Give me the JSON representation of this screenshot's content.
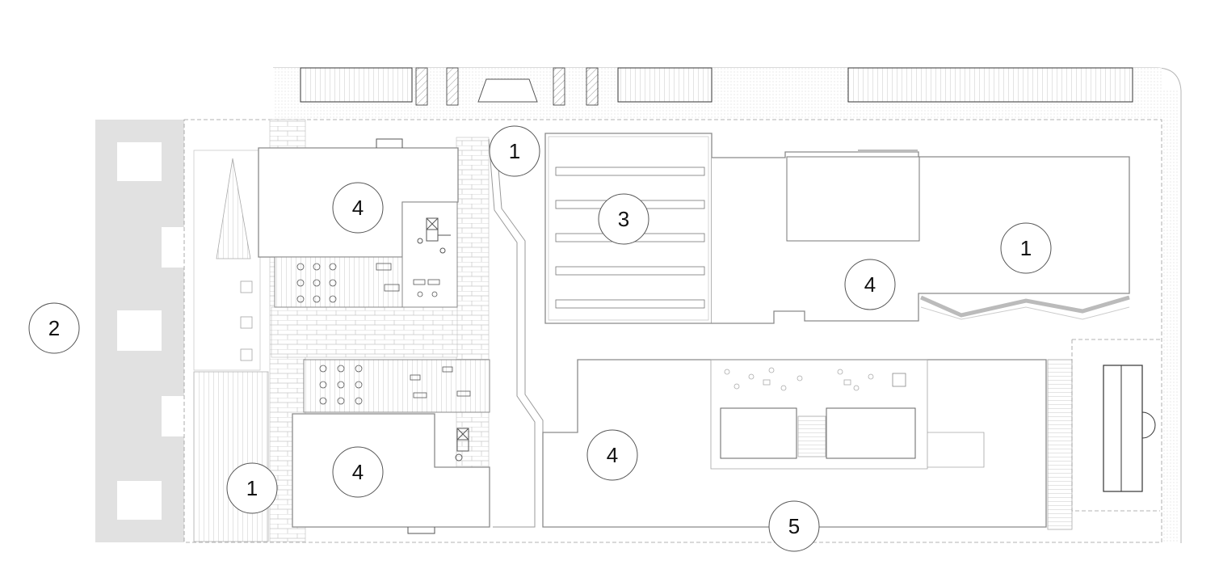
{
  "diagram": {
    "labels": [
      {
        "id": "label-1-upper-path",
        "text": "1"
      },
      {
        "id": "label-1-right-building",
        "text": "1"
      },
      {
        "id": "label-1-lower-left",
        "text": "1"
      },
      {
        "id": "label-2-street",
        "text": "2"
      },
      {
        "id": "label-3-parking",
        "text": "3"
      },
      {
        "id": "label-4-upper-left-building",
        "text": "4"
      },
      {
        "id": "label-4-right-building",
        "text": "4"
      },
      {
        "id": "label-4-lower-left-building",
        "text": "4"
      },
      {
        "id": "label-4-lower-center-building",
        "text": "4"
      },
      {
        "id": "label-5-bottom",
        "text": "5"
      }
    ]
  },
  "colors": {
    "background": "#ffffff",
    "street_band": "#e1e1e1",
    "line": "#8a8a8a",
    "light_line": "#c4c4c4",
    "label_text": "#111111"
  }
}
